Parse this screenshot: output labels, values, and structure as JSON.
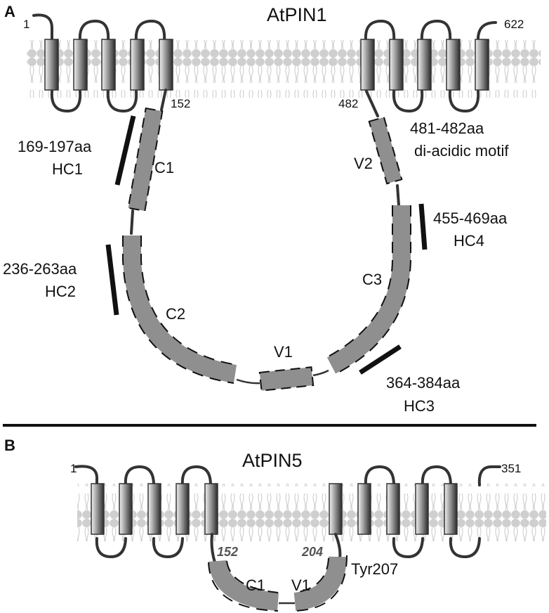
{
  "figure": {
    "panel_a": {
      "label": "A",
      "protein": "AtPIN1",
      "n_terminus": "1",
      "c_terminus": "622",
      "loop_start": "152",
      "loop_end": "482",
      "segments": {
        "c1": "C1",
        "c2": "C2",
        "c3": "C3",
        "v1": "V1",
        "v2": "V2"
      },
      "annotations": {
        "hc1_range": "169-197aa",
        "hc1_name": "HC1",
        "hc2_range": "236-263aa",
        "hc2_name": "HC2",
        "hc3_range": "364-384aa",
        "hc3_name": "HC3",
        "hc4_range": "455-469aa",
        "hc4_name": "HC4",
        "motif_range": "481-482aa",
        "motif_name": "di-acidic motif"
      }
    },
    "panel_b": {
      "label": "B",
      "protein": "AtPIN5",
      "n_terminus": "1",
      "c_terminus": "351",
      "loop_start": "152",
      "loop_end": "204",
      "segments": {
        "c1": "C1",
        "v1": "V1"
      },
      "annotations": {
        "tyr": "Tyr207"
      }
    },
    "colors": {
      "segment_fill": "#8f8f8f",
      "membrane_head": "#cfcfcf",
      "loop_line": "#333333",
      "hc_bar": "#111111"
    }
  }
}
